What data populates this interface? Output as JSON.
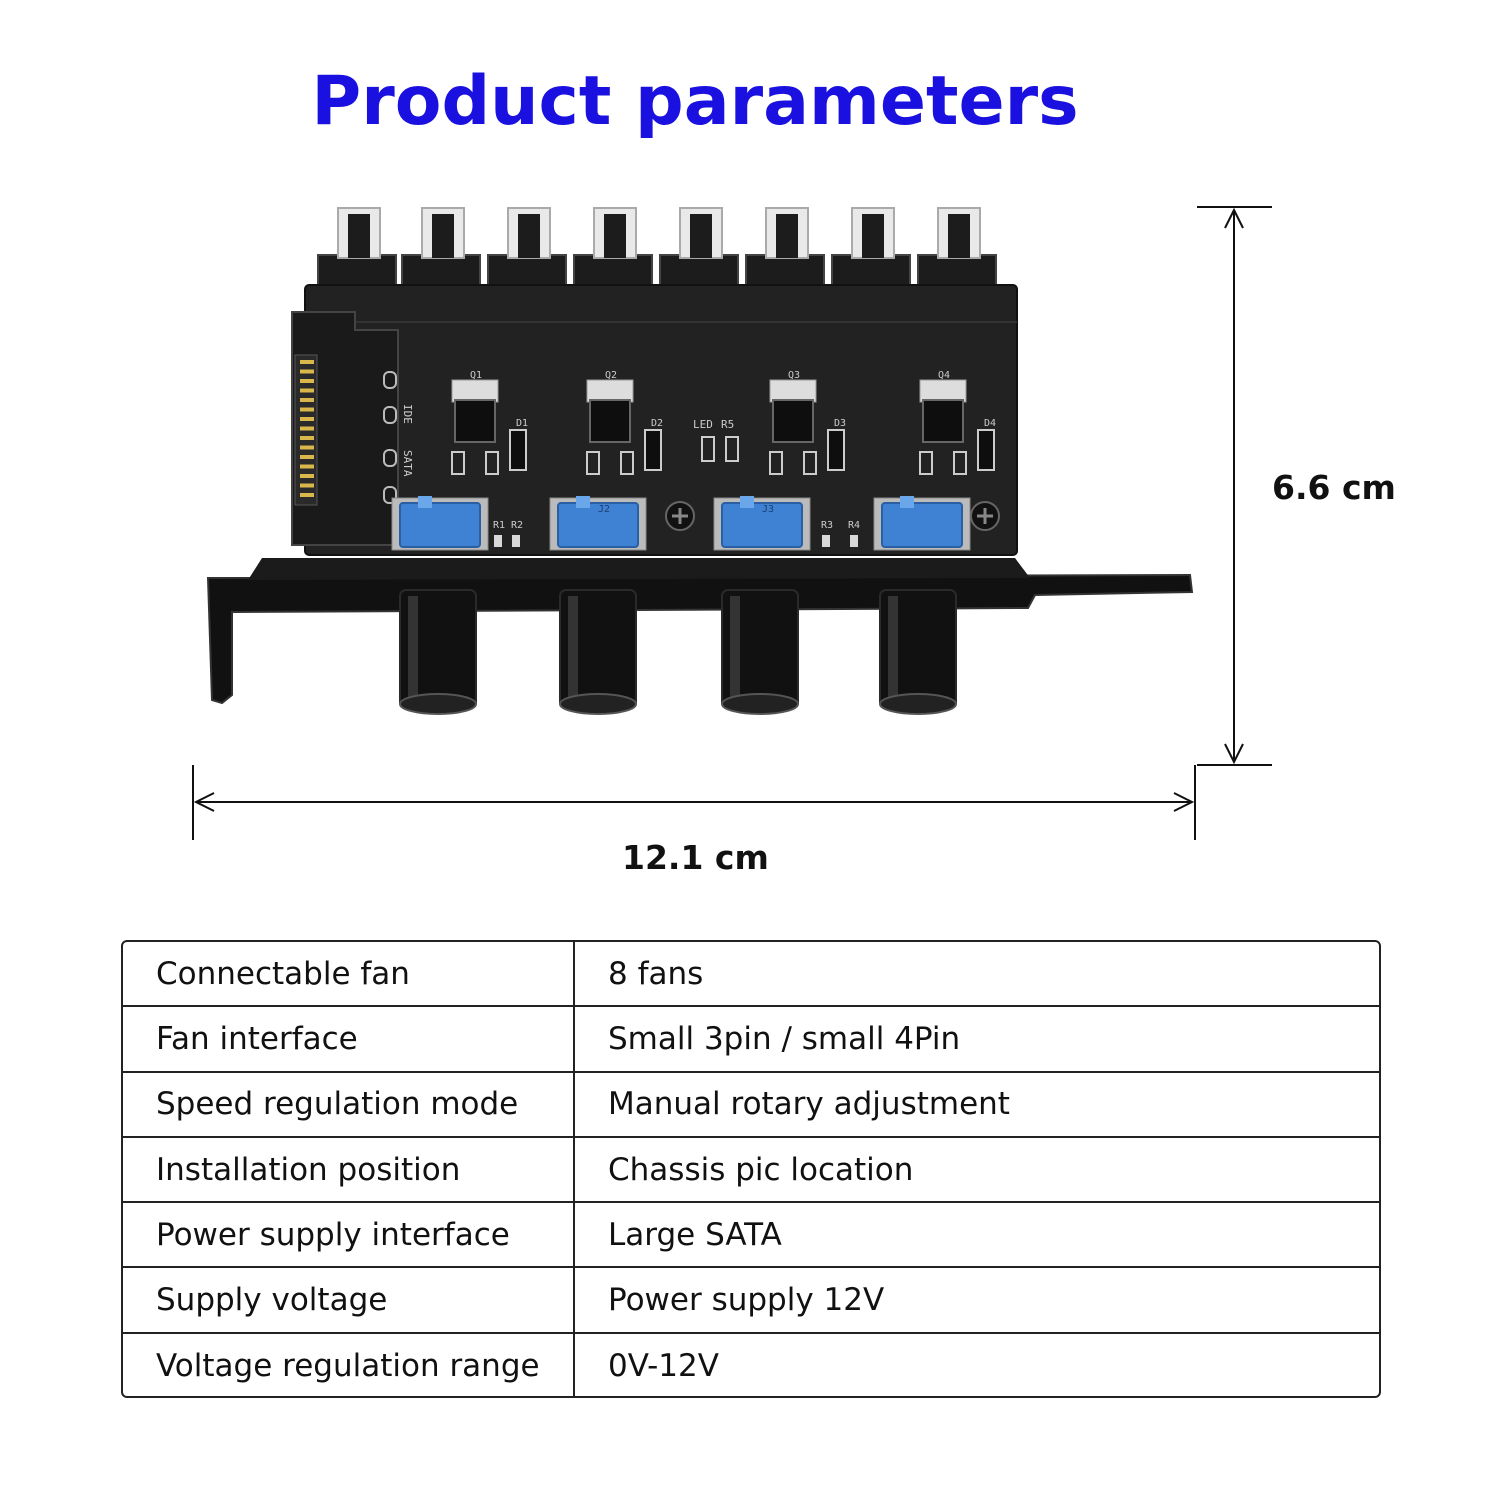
{
  "title": "Product parameters",
  "dimensions": {
    "height": "6.6 cm",
    "width": "12.1 cm"
  },
  "board_labels": {
    "q": [
      "Q1",
      "Q2",
      "Q3",
      "Q4"
    ],
    "d": [
      "D1",
      "D2",
      "D3",
      "D4"
    ],
    "led": "LED",
    "r5": "R5",
    "r1": "R1",
    "r2": "R2",
    "r3": "R3",
    "r4": "R4",
    "j": [
      "J2",
      "J3"
    ],
    "ide": "IDE",
    "sata": "SATA"
  },
  "specs": [
    {
      "label": "Connectable fan",
      "value": "8 fans"
    },
    {
      "label": "Fan interface",
      "value": "Small 3pin / small 4Pin"
    },
    {
      "label": "Speed regulation mode",
      "value": "Manual rotary adjustment"
    },
    {
      "label": "Installation position",
      "value": "Chassis pic location"
    },
    {
      "label": "Power supply interface",
      "value": "Large SATA"
    },
    {
      "label": "Supply voltage",
      "value": "Power supply 12V"
    },
    {
      "label": "Voltage regulation range",
      "value": "0V-12V"
    }
  ]
}
